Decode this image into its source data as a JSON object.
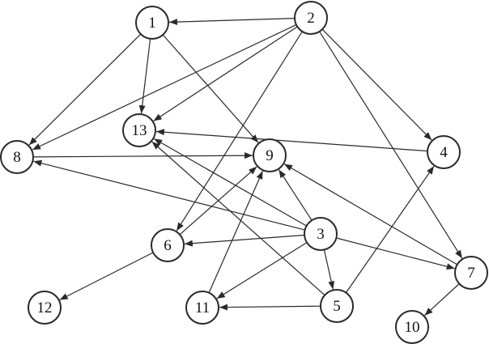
{
  "graph": {
    "nodes": [
      {
        "id": "1",
        "label": "1"
      },
      {
        "id": "2",
        "label": "2"
      },
      {
        "id": "3",
        "label": "3"
      },
      {
        "id": "4",
        "label": "4"
      },
      {
        "id": "5",
        "label": "5"
      },
      {
        "id": "6",
        "label": "6"
      },
      {
        "id": "7",
        "label": "7"
      },
      {
        "id": "8",
        "label": "8"
      },
      {
        "id": "9",
        "label": "9"
      },
      {
        "id": "10",
        "label": "10"
      },
      {
        "id": "11",
        "label": "11"
      },
      {
        "id": "12",
        "label": "12"
      },
      {
        "id": "13",
        "label": "13"
      }
    ],
    "edges": [
      {
        "from": "2",
        "to": "1"
      },
      {
        "from": "1",
        "to": "8"
      },
      {
        "from": "1",
        "to": "13"
      },
      {
        "from": "1",
        "to": "9"
      },
      {
        "from": "2",
        "to": "8"
      },
      {
        "from": "2",
        "to": "13"
      },
      {
        "from": "2",
        "to": "6"
      },
      {
        "from": "2",
        "to": "4"
      },
      {
        "from": "2",
        "to": "7"
      },
      {
        "from": "4",
        "to": "13"
      },
      {
        "from": "8",
        "to": "9"
      },
      {
        "from": "3",
        "to": "8"
      },
      {
        "from": "3",
        "to": "13"
      },
      {
        "from": "3",
        "to": "9"
      },
      {
        "from": "3",
        "to": "6"
      },
      {
        "from": "3",
        "to": "7"
      },
      {
        "from": "3",
        "to": "5"
      },
      {
        "from": "3",
        "to": "11"
      },
      {
        "from": "6",
        "to": "9"
      },
      {
        "from": "6",
        "to": "12"
      },
      {
        "from": "11",
        "to": "9"
      },
      {
        "from": "5",
        "to": "11"
      },
      {
        "from": "5",
        "to": "4"
      },
      {
        "from": "5",
        "to": "13"
      },
      {
        "from": "7",
        "to": "9"
      },
      {
        "from": "7",
        "to": "10"
      }
    ]
  }
}
